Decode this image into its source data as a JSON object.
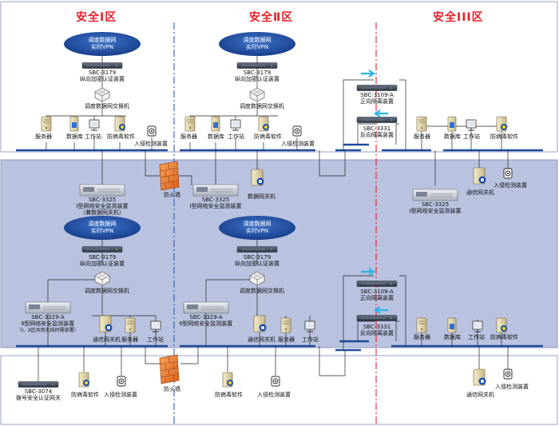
{
  "zones": {
    "z1": "安全Ⅰ区",
    "z2": "安全Ⅱ区",
    "z3": "安全III区"
  },
  "labels": {
    "vpn1": "调度数据网",
    "vpn2": "实时VPN",
    "sbc3179": "SBC-3179",
    "auth": "纵向加密认证装置",
    "switch": "调度数据网交换机",
    "server": "服务器",
    "db": "数据库",
    "ws": "工作站",
    "av": "防病毒软件",
    "ids": "入侵检测装置",
    "firewall": "防火墙",
    "sbc3325": "SBC-3325",
    "mon1": "Ⅰ型网络安全监测装置",
    "mon1b": "（兼数据网关机）",
    "gw_data": "数据网关机",
    "sbc3109": "SBC-3109-A",
    "fwd": "正向隔离装置",
    "sbc3331": "SBC-3331",
    "rev": "反向隔离装置",
    "comm_gw": "通信网关机",
    "sbc3329": "SBC-3329-A",
    "mon2": "Ⅱ型网络安全监测装置",
    "mon2b": "（I、II区共用无线时需部署）",
    "sbc3074": "SBC-3074",
    "dial": "拨号安全认证网关"
  },
  "icons": [
    "server-icon",
    "database-icon",
    "workstation-icon",
    "antivirus-icon",
    "ids-icon",
    "firewall-icon",
    "switch-icon",
    "router-icon",
    "gateway-icon"
  ],
  "colors": {
    "zone_red": "#e8202a",
    "band": "#b9c2df",
    "vpn": "#1f4fa3",
    "bus": "#1e4b9c",
    "divider_blue": "#2a5db0",
    "divider_red": "#e8202a"
  }
}
